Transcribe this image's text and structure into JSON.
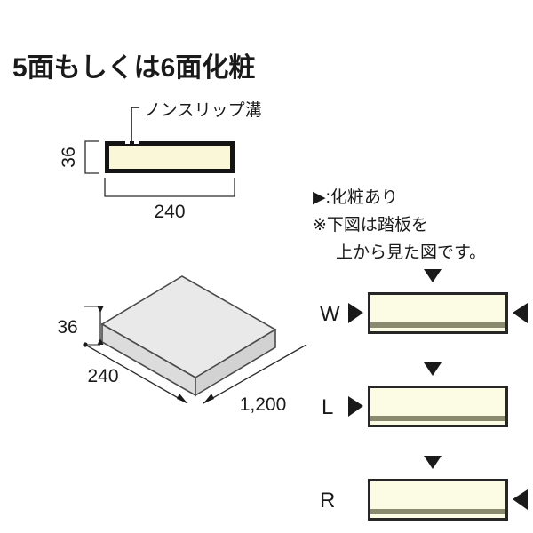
{
  "page": {
    "title": "5面もしくは6面化粧",
    "background_color": "#ffffff",
    "ink_color": "#1a1a1a"
  },
  "colors": {
    "cream": "#faf6d8",
    "cream_light": "#fcfbe4",
    "groove_stripe": "#8a8a6e",
    "outline_dark": "#141414",
    "panel_outline": "#262626",
    "iso_top": "#e9e9e9",
    "iso_front": "#d2d2d2",
    "iso_left": "#dcdcdc",
    "iso_edge": "#4a4a4a",
    "dimension_line": "#2b2b2b"
  },
  "cross_section": {
    "callout_label": "ノンスリップ溝",
    "height_dimension": "36",
    "width_dimension": "240",
    "groove_name": "non-slip-groove-notch"
  },
  "isometric": {
    "thickness_dimension": "36",
    "depth_dimension": "240",
    "length_dimension": "1,200"
  },
  "legend": {
    "marker_glyph": "▶",
    "marker_line": "▶:化粧あり",
    "note_line_1": "※下図は踏板を",
    "note_line_2": "上から見た図です。"
  },
  "plan_views": [
    {
      "id": "W",
      "label": "W",
      "top_arrow": true,
      "left_arrow": true,
      "right_arrow": true
    },
    {
      "id": "L",
      "label": "L",
      "top_arrow": true,
      "left_arrow": true,
      "right_arrow": false
    },
    {
      "id": "R",
      "label": "R",
      "top_arrow": true,
      "left_arrow": false,
      "right_arrow": true
    }
  ]
}
